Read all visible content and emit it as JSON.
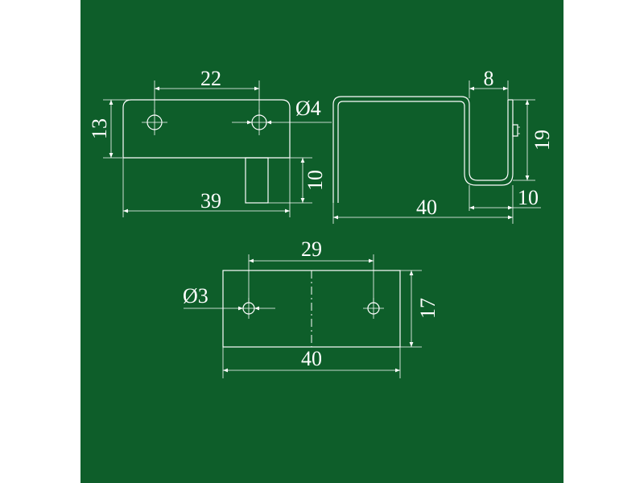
{
  "colors": {
    "background": "#0e5e2a",
    "lines": "#ffffff",
    "page": "#ffffff"
  },
  "dimensions": {
    "top_left_width": "22",
    "top_left_height": "13",
    "top_left_hole_dia": "Ø4",
    "top_left_tab": "10",
    "top_left_total": "39",
    "side_depth": "8",
    "side_height": "19",
    "side_total": "40",
    "side_bottom": "10",
    "bottom_holes": "29",
    "bottom_hole_dia": "Ø3",
    "bottom_height": "17",
    "bottom_total": "40"
  }
}
